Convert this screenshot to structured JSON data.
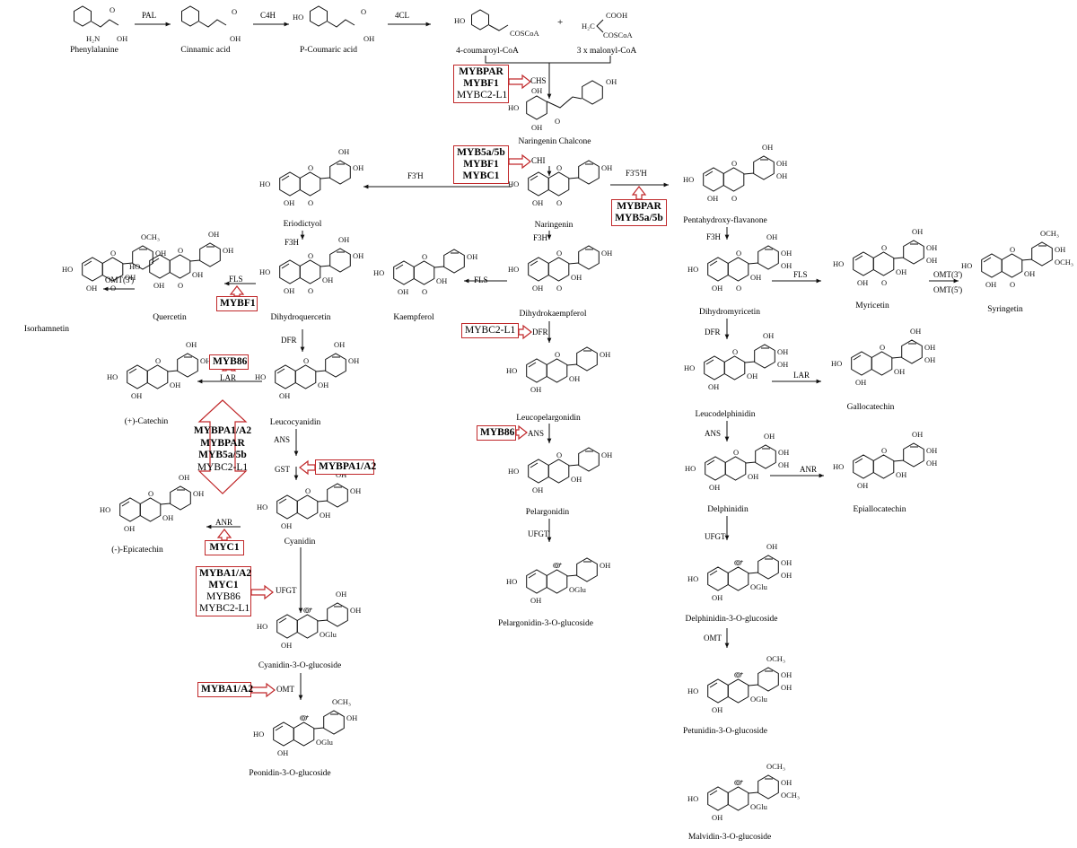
{
  "compounds": {
    "phenylalanine": "Phenylalanine",
    "cinnamic": "Cinnamic acid",
    "pcoumaric": "P-Coumaric acid",
    "coumaroyl": "4-coumaroyl-CoA",
    "malonyl": "3 x malonyl-CoA",
    "chalcone": "Naringenin Chalcone",
    "naringenin": "Naringenin",
    "eriodictyol": "Eriodictyol",
    "pentahydroxy": "Pentahydroxy-flavanone",
    "isorhamnetin": "Isorhamnetin",
    "quercetin": "Quercetin",
    "dihydroquercetin": "Dihydroquercetin",
    "kaempferol": "Kaempferol",
    "dihydrokaempferol": "Dihydrokaempferol",
    "dihydromyricetin": "Dihydromyricetin",
    "myricetin": "Myricetin",
    "syringetin": "Syringetin",
    "catechin": "(+)-Catechin",
    "leucocyanidin": "Leucocyanidin",
    "leucopelargonidin": "Leucopelargonidin",
    "leucodelphinidin": "Leucodelphinidin",
    "gallocatechin": "Gallocatechin",
    "cyanidin": "Cyanidin",
    "epicatechin": "(-)-Epicatechin",
    "pelargonidin": "Pelargonidin",
    "delphinidin": "Delphinidin",
    "epigallocatechin": "Epiallocatechin",
    "cyanidin3g": "Cyanidin-3-O-glucoside",
    "pelargonidin3g": "Pelargonidin-3-O-glucoside",
    "delphinidin3g": "Delphinidin-3-O-glucoside",
    "peonidin3g": "Peonidin-3-O-glucoside",
    "petunidin3g": "Petunidin-3-O-glucoside",
    "malvidin3g": "Malvidin-3-O-glucoside"
  },
  "enzymes": {
    "pal": "PAL",
    "c4h": "C4H",
    "fourcl": "4CL",
    "chs": "CHS",
    "chi": "CHI",
    "f3ph": "F3'H",
    "f35h": "F3'5'H",
    "f3h_1": "F3H",
    "f3h_2": "F3H",
    "f3h_3": "F3H",
    "fls_1": "FLS",
    "fls_2": "FLS",
    "fls_3": "FLS",
    "omt_1": "OMT(3')",
    "omt3": "OMT(3')",
    "omt5": "OMT(5')",
    "dfr_1": "DFR",
    "dfr_2": "DFR",
    "dfr_3": "DFR",
    "lar_1": "LAR",
    "lar_2": "LAR",
    "ans_1": "ANS",
    "ans_2": "ANS",
    "ans_3": "ANS",
    "gst": "GST",
    "anr_1": "ANR",
    "anr_2": "ANR",
    "ufgt_1": "UFGT",
    "ufgt_2": "UFGT",
    "ufgt_3": "UFGT",
    "omt_2": "OMT",
    "omt_4": "OMT",
    "plus": "+"
  },
  "regulators": {
    "chs": [
      "MYBPAR",
      "MYBF1",
      "MYBC2-L1"
    ],
    "chi": [
      "MYB5a/5b",
      "MYBF1",
      "MYBC1"
    ],
    "f35h": [
      "MYBPAR",
      "MYB5a/5b"
    ],
    "fls": [
      "MYBF1"
    ],
    "lar": [
      "MYB86"
    ],
    "dfr": [
      "MYBC2-L1"
    ],
    "ans": [
      "MYB86"
    ],
    "big": [
      "MYBPA1/A2",
      "MYBPAR",
      "MYB5a/5b",
      "MYBC2-L1"
    ],
    "gst": [
      "MYBPA1/A2"
    ],
    "anr": [
      "MYC1"
    ],
    "ufgt": [
      "MYBA1/A2",
      "MYC1",
      "MYB86",
      "MYBC2-L1"
    ],
    "omt": [
      "MYBA1/A2"
    ]
  },
  "structure_atoms": {
    "h2n": "H₂N",
    "cooh_acid": "OH",
    "o": "O",
    "ho": "HO",
    "oh": "OH",
    "och3": "OCH₃",
    "oglu": "OGlu",
    "coscoa": "COSCoA",
    "cooh": "COOH",
    "h2c": "H₂C",
    "o_plus": "O⁺"
  },
  "colors": {
    "regulator": "#c0282a",
    "line": "#111111"
  }
}
